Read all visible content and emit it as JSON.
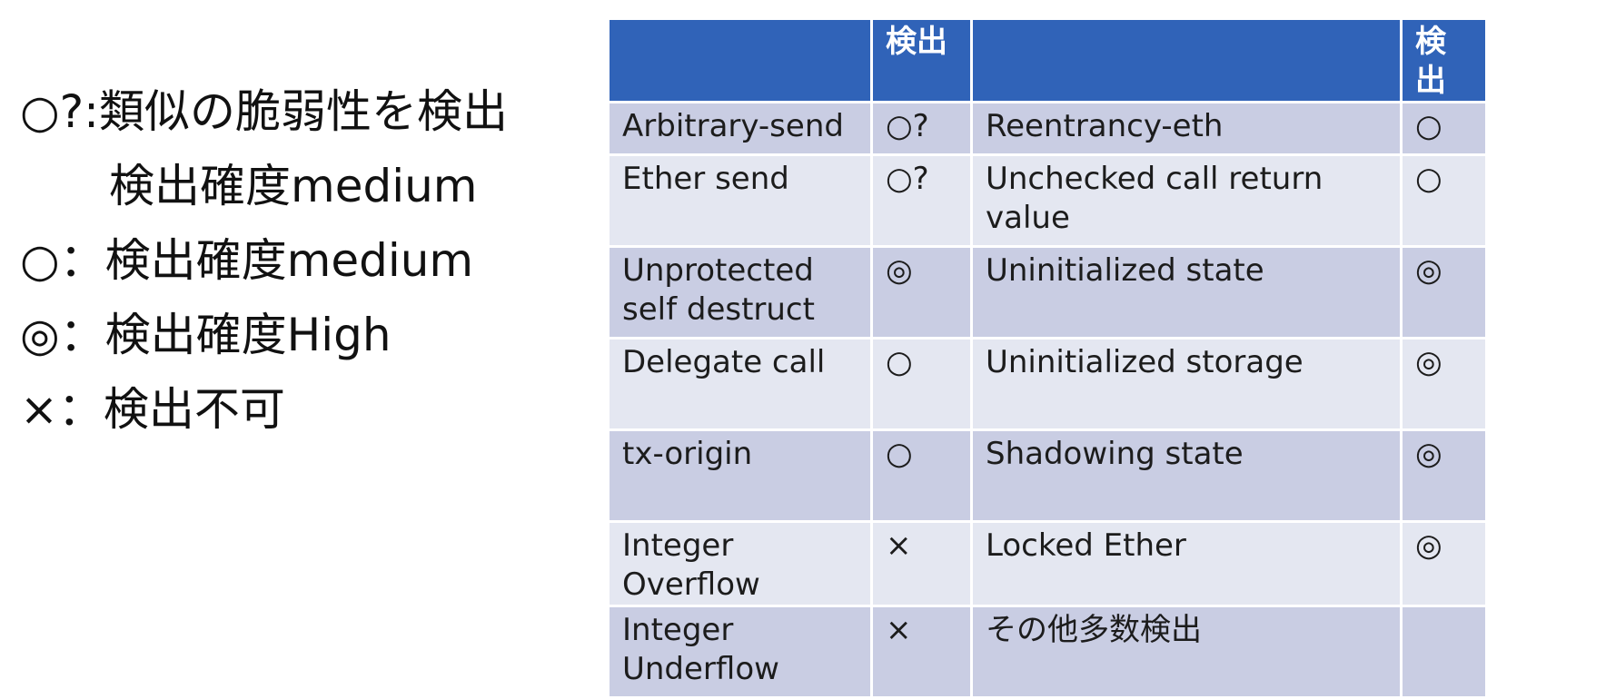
{
  "legend": {
    "lines": [
      "○?:類似の脆弱性を検出",
      "検出確度medium",
      "○：検出確度medium",
      "◎：検出確度High",
      "×：検出不可"
    ]
  },
  "table": {
    "headers": [
      "",
      "検出",
      "",
      "検出"
    ],
    "rows": [
      [
        "Arbitrary-send",
        "○?",
        "Reentrancy-eth",
        "○"
      ],
      [
        "Ether send",
        "○?",
        "Unchecked call return value",
        "○"
      ],
      [
        "Unprotected self destruct",
        "◎",
        "Uninitialized state",
        "◎"
      ],
      [
        "Delegate call",
        "○",
        "Uninitialized storage",
        "◎"
      ],
      [
        "tx-origin",
        "○",
        "Shadowing state",
        "◎"
      ],
      [
        "Integer Overflow",
        "×",
        "Locked Ether",
        "◎"
      ],
      [
        "Integer Underflow",
        "×",
        "その他多数検出",
        ""
      ]
    ]
  }
}
